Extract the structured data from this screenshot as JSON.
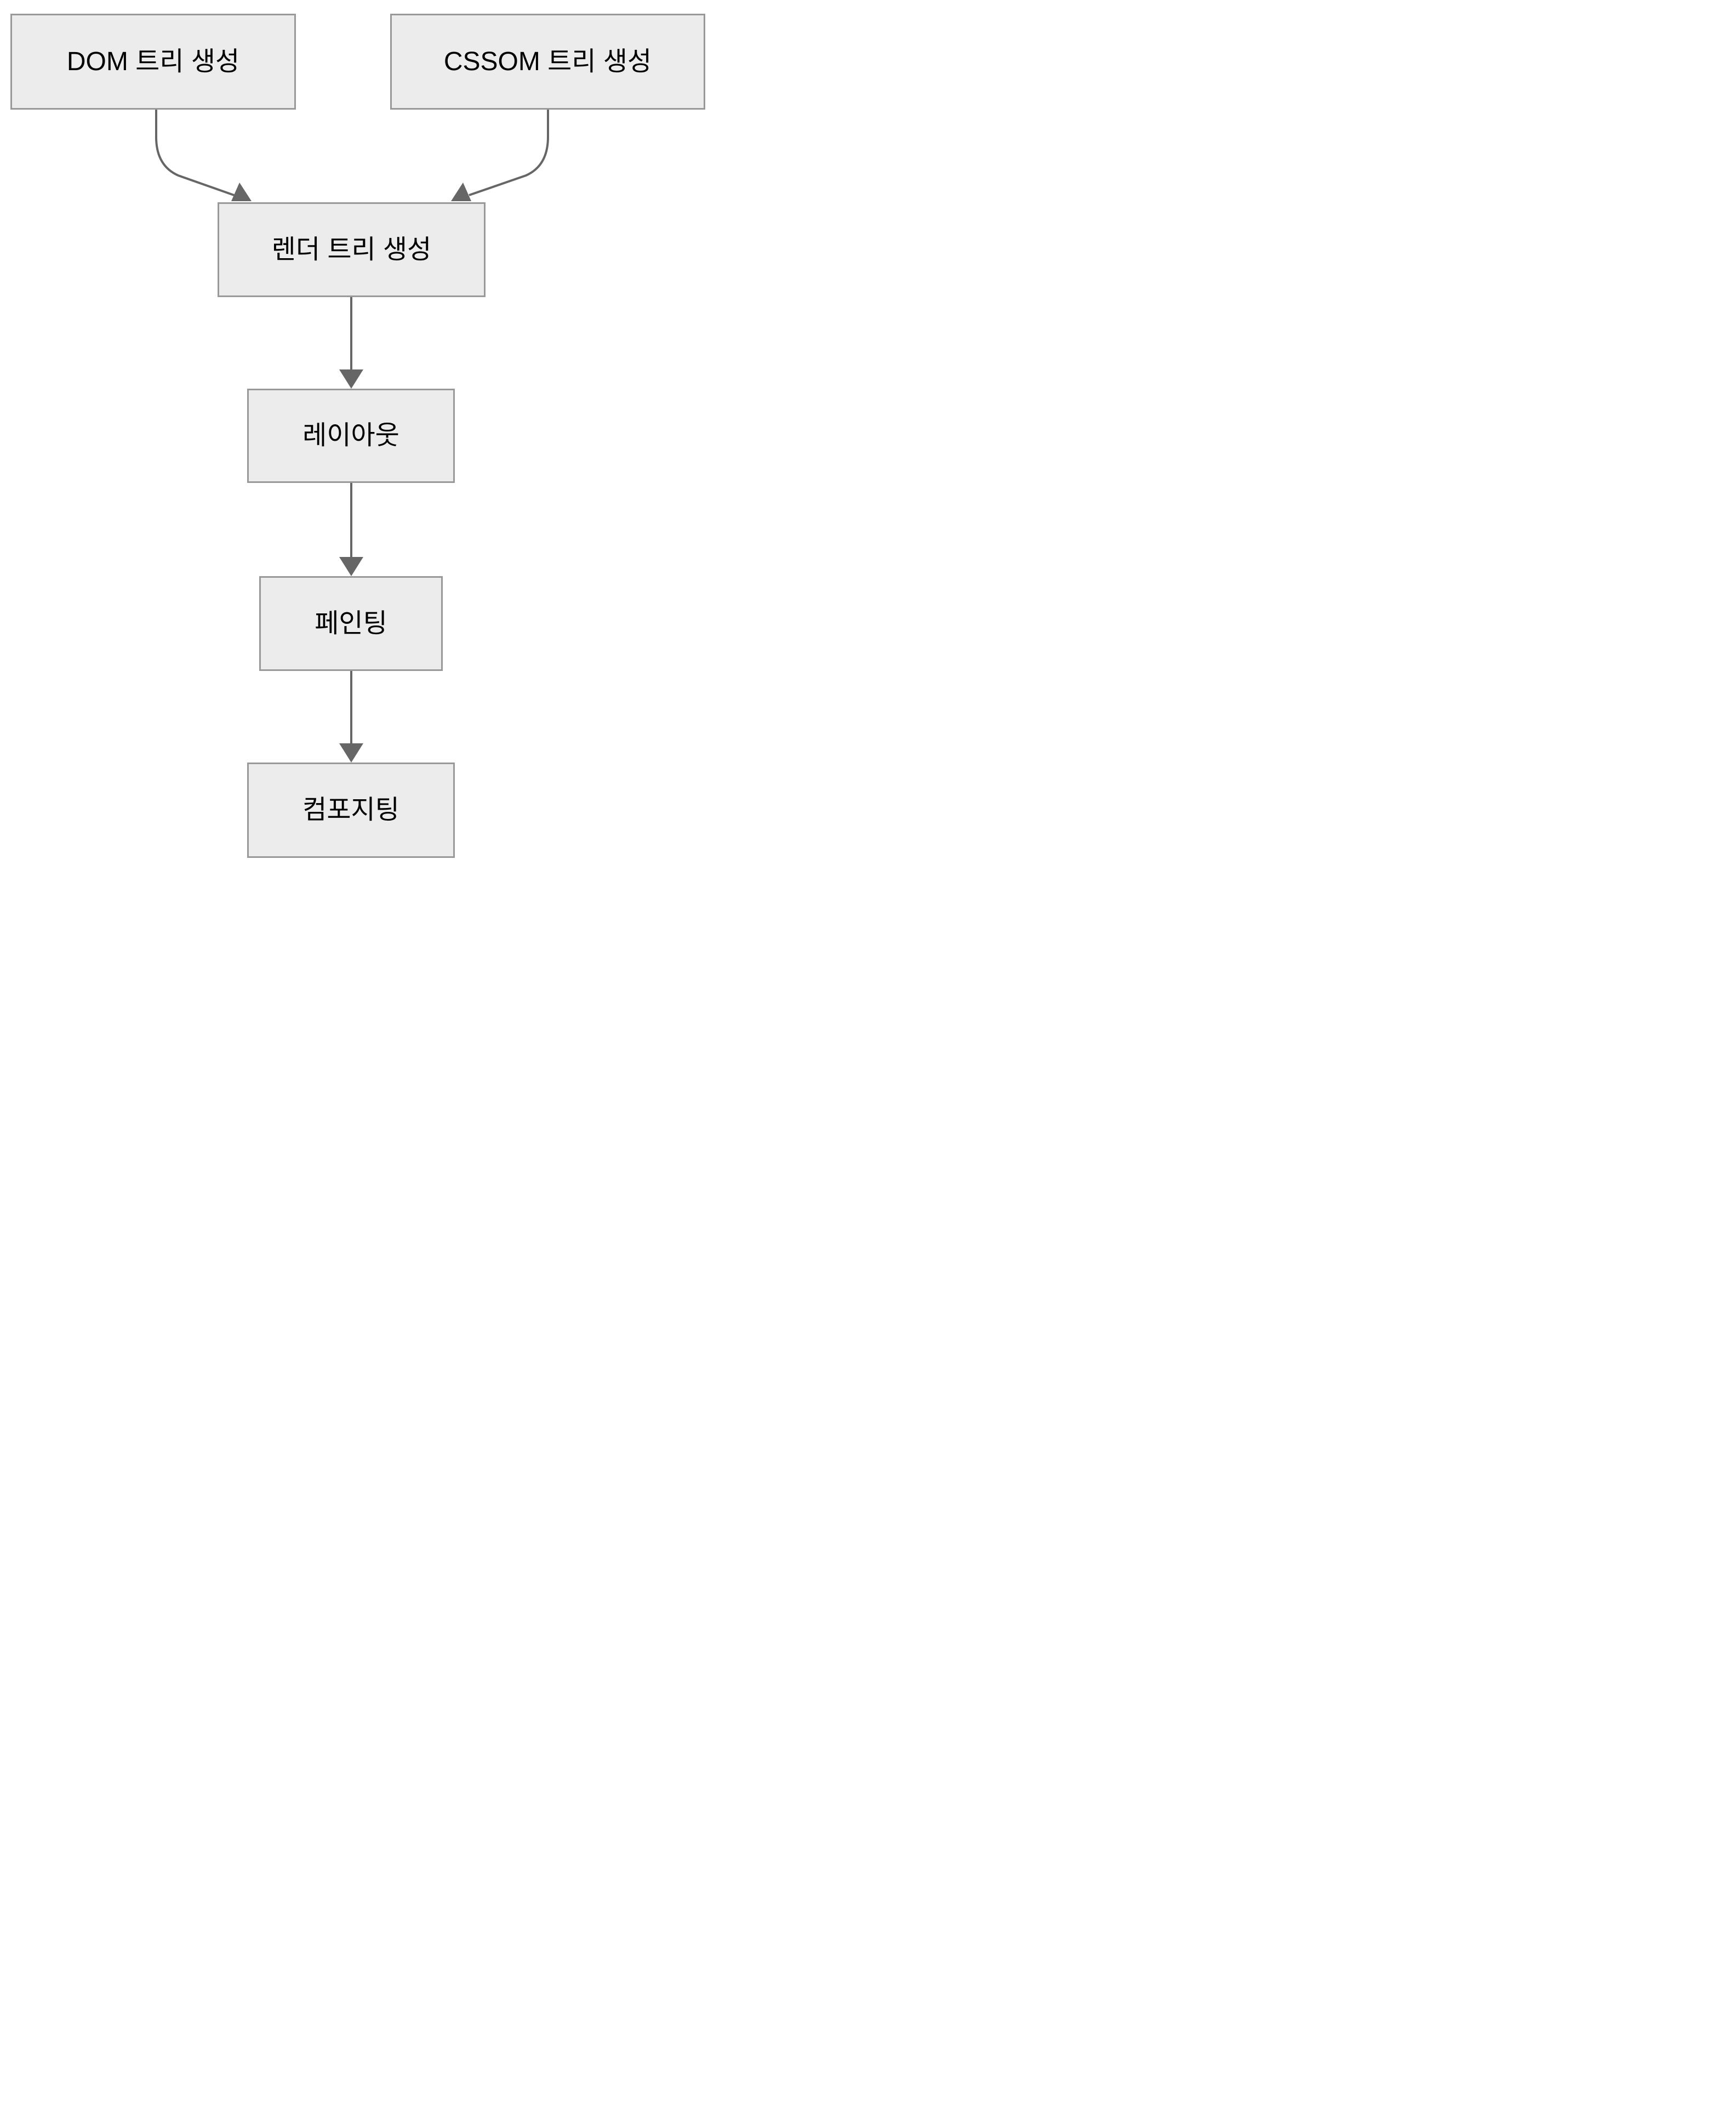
{
  "diagram": {
    "type": "flowchart",
    "direction": "top-down",
    "background_color": "#ffffff",
    "node_fill_color": "#ececec",
    "node_border_color": "#999999",
    "edge_color": "#666666",
    "text_color": "#000000",
    "nodes": [
      {
        "id": "dom",
        "label": "DOM 트리 생성"
      },
      {
        "id": "cssom",
        "label": "CSSOM 트리 생성"
      },
      {
        "id": "render",
        "label": "렌더 트리 생성"
      },
      {
        "id": "layout",
        "label": "레이아웃"
      },
      {
        "id": "paint",
        "label": "페인팅"
      },
      {
        "id": "composite",
        "label": "컴포지팅"
      }
    ],
    "edges": [
      {
        "from": "DOM 트리 생성",
        "to": "렌더 트리 생성"
      },
      {
        "from": "CSSOM 트리 생성",
        "to": "렌더 트리 생성"
      },
      {
        "from": "렌더 트리 생성",
        "to": "레이아웃"
      },
      {
        "from": "레이아웃",
        "to": "페인팅"
      },
      {
        "from": "페인팅",
        "to": "컴포지팅"
      }
    ]
  }
}
